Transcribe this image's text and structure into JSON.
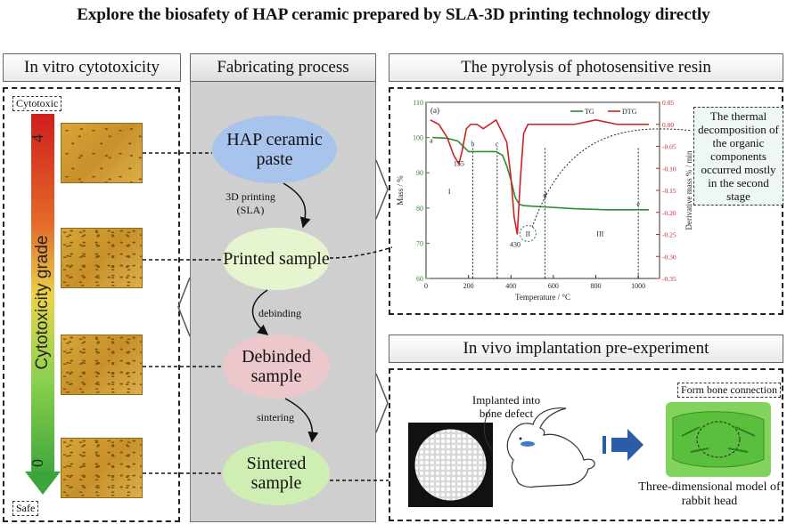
{
  "title": "Explore the biosafety of HAP ceramic prepared by SLA-3D printing technology directly",
  "panels": {
    "cytotoxicity": {
      "heading": "In vitro cytotoxicity",
      "top_tag": "Cytotoxic",
      "bottom_tag": "Safe",
      "grade_label": "Cytotoxicity grade",
      "grade_top": "4",
      "grade_bottom": "0"
    },
    "process": {
      "heading": "Fabricating process",
      "steps": [
        {
          "label": "HAP ceramic paste",
          "color": "#a9c4ec"
        },
        {
          "label": "Printed sample",
          "color": "#e6f5cf"
        },
        {
          "label": "Debinded sample",
          "color": "#ecc7cc"
        },
        {
          "label": "Sintered sample",
          "color": "#cfeeb3"
        }
      ],
      "transitions": [
        "3D printing (SLA)",
        "debinding",
        "sintering"
      ]
    },
    "pyrolysis": {
      "heading": "The pyrolysis of photosensitive resin",
      "note": "The thermal decomposition of the organic components occurred mostly in the second stage"
    },
    "implant": {
      "heading": "In vivo implantation pre-experiment",
      "implant_label": "Implanted into bone defect",
      "bone_tag": "Form bone connection",
      "model_caption": "Three-dimensional model of rabbit head"
    }
  },
  "chart_data": {
    "type": "line",
    "panel_label": "(a)",
    "xlabel": "Temperature / °C",
    "ylabel_left": "Mass / %",
    "ylabel_right": "Derivative mass % / min",
    "xlim": [
      0,
      1100
    ],
    "ylim_left": [
      60,
      110
    ],
    "ylim_right": [
      -0.35,
      0.05
    ],
    "x_ticks": [
      0,
      200,
      400,
      600,
      800,
      1000
    ],
    "y_ticks_left": [
      60,
      70,
      80,
      90,
      100,
      110
    ],
    "y_ticks_right": [
      "0.05",
      "0.00",
      "-0.05",
      "-0.10",
      "-0.15",
      "-0.20",
      "-0.25",
      "-0.30",
      "-0.35"
    ],
    "series": [
      {
        "name": "TG",
        "color": "#2e8b2e",
        "axis": "left",
        "x": [
          30,
          100,
          150,
          200,
          250,
          300,
          330,
          360,
          380,
          400,
          420,
          440,
          460,
          480,
          500,
          560,
          700,
          850,
          1000,
          1050
        ],
        "y": [
          100,
          99.8,
          99,
          96,
          96,
          96,
          96,
          95,
          92,
          88,
          83,
          81,
          80.7,
          80.6,
          80.5,
          80.3,
          79.8,
          79.5,
          79.5,
          79.5
        ]
      },
      {
        "name": "DTG",
        "color": "#cc2222",
        "axis": "right",
        "x": [
          20,
          60,
          100,
          130,
          155,
          170,
          190,
          210,
          240,
          270,
          300,
          330,
          350,
          380,
          400,
          415,
          430,
          445,
          460,
          480,
          520,
          600,
          700,
          800,
          900,
          1000,
          1050
        ],
        "y": [
          0.01,
          0.0,
          -0.03,
          -0.07,
          -0.09,
          -0.06,
          -0.01,
          0.0,
          0.0,
          -0.01,
          0.0,
          0.01,
          -0.01,
          -0.04,
          -0.12,
          -0.21,
          -0.25,
          -0.12,
          -0.02,
          0.0,
          0.0,
          0.0,
          0.0,
          0.01,
          0.0,
          0.0,
          0.0
        ]
      }
    ],
    "annotations": [
      {
        "text": "a",
        "x": 25,
        "y": 98.5
      },
      {
        "text": "b",
        "x": 220,
        "y": 97.5
      },
      {
        "text": "c",
        "x": 335,
        "y": 97.5
      },
      {
        "text": "d",
        "x": 560,
        "y": 83
      },
      {
        "text": "e",
        "x": 1000,
        "y": 80.5
      },
      {
        "text": "155",
        "x": 155,
        "y": 92
      },
      {
        "text": "430",
        "x": 420,
        "y": 69
      },
      {
        "text": "I",
        "x": 110,
        "y": 84
      },
      {
        "text": "II",
        "x": 480,
        "y": 72
      },
      {
        "text": "III",
        "x": 820,
        "y": 72
      }
    ],
    "stage_lines": [
      220,
      335,
      560,
      1000
    ]
  }
}
